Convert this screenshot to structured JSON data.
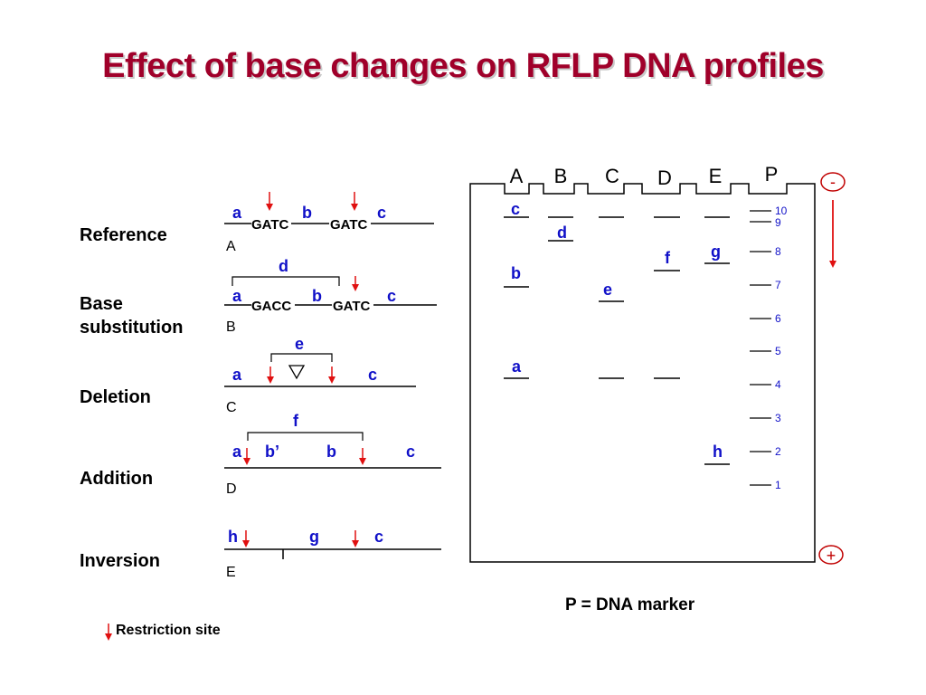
{
  "title": "Effect of base changes on RFLP DNA profiles",
  "rows": [
    {
      "label": "Reference",
      "caption": "A"
    },
    {
      "label": "Base substitution",
      "caption": "B"
    },
    {
      "label": "Deletion",
      "caption": "C"
    },
    {
      "label": "Addition",
      "caption": "D"
    },
    {
      "label": "Inversion",
      "caption": "E"
    }
  ],
  "sequences": {
    "s1": "GATC",
    "s2": "GACC"
  },
  "fragments": {
    "a": "a",
    "b": "b",
    "b_prime": "b’",
    "c": "c",
    "d": "d",
    "e": "e",
    "f": "f",
    "g": "g",
    "h": "h"
  },
  "gel": {
    "lanes": [
      "A",
      "B",
      "C",
      "D",
      "E",
      "P"
    ],
    "marker_numbers": [
      "10",
      "9",
      "8",
      "7",
      "6",
      "5",
      "4",
      "3",
      "2",
      "1"
    ],
    "negative": "-",
    "positive": "+"
  },
  "marker_caption": "P = DNA marker",
  "legend": "Restriction site",
  "colors": {
    "title": "#a0002a",
    "label_blue": "#1010c8",
    "arrow_red": "#e01010",
    "electrode": "#c00000"
  }
}
